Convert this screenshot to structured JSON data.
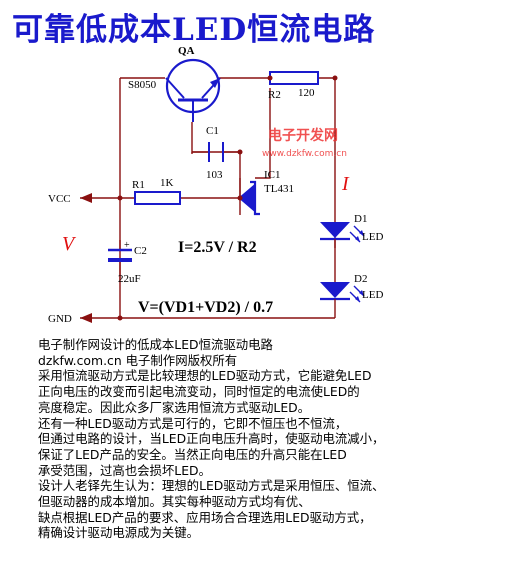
{
  "title": "可靠低成本LED恒流电路",
  "watermark": {
    "cn": "电子开发网",
    "url": "www.dzkfw.com.cn"
  },
  "labels": {
    "qa": "QA",
    "s8050": "S8050",
    "r2": "R2",
    "r2_value": "120",
    "c1": "C1",
    "c1_value": "103",
    "ic1": "IC1",
    "tl431": "TL431",
    "r1": "R1",
    "r1_value": "1K",
    "vcc": "VCC",
    "gnd": "GND",
    "v_symbol": "V",
    "i_symbol": "I",
    "c2": "C2",
    "c2_value": "22uF",
    "plus": "+",
    "d1": "D1",
    "d1_led": "LED",
    "d2": "D2",
    "d2_led": "LED",
    "formula_current": "I=2.5V / R2",
    "formula_voltage": "V=(VD1+VD2) / 0.7"
  },
  "body_lines": [
    "电子制作网设计的低成本LED恒流驱动电路",
    "dzkfw.com.cn  电子制作网版权所有",
    "采用恒流驱动方式是比较理想的LED驱动方式，它能避免LED",
    "正向电压的改变而引起电流变动，同时恒定的电流使LED的",
    "亮度稳定。因此众多厂家选用恒流方式驱动LED。",
    " 还有一种LED驱动方式是可行的，它即不恒压也不恒流，",
    "但通过电路的设计，当LED正向电压升高时，使驱动电流减小，",
    "保证了LED产品的安全。当然正向电压的升高只能在LED",
    "承受范围，过高也会损坏LED。",
    "设计人老铎先生认为：理想的LED驱动方式是采用恒压、恒流、",
    "但驱动器的成本增加。其实每种驱动方式均有优、",
    "缺点根据LED产品的要求、应用场合合理选用LED驱动方式，",
    "精确设计驱动电源成为关键。"
  ],
  "colors": {
    "title": "#1a1acc",
    "wire": "#8a1010",
    "component": "#1a1acc",
    "text": "#000000",
    "accent_red": "#e01010",
    "watermark": "#ee3333"
  }
}
